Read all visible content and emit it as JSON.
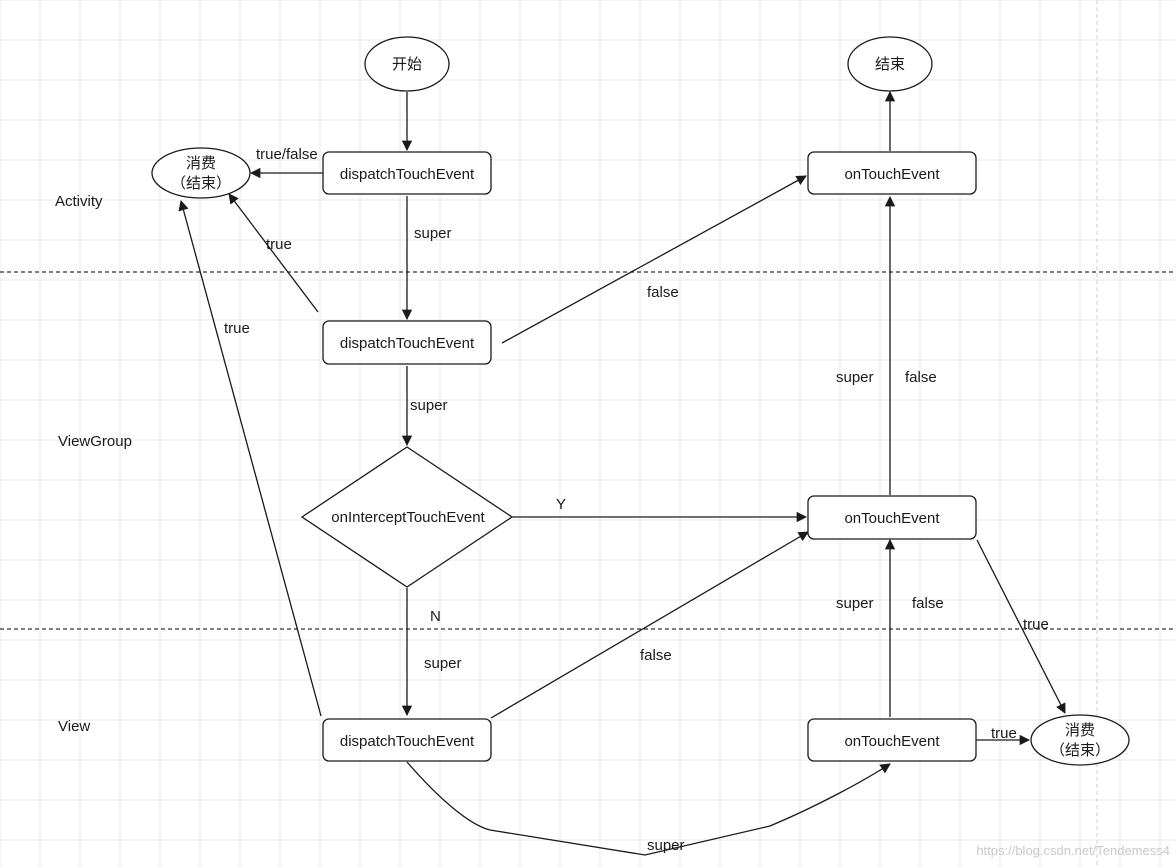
{
  "lanes": {
    "activity": "Activity",
    "viewgroup": "ViewGroup",
    "view": "View"
  },
  "nodes": {
    "start": "开始",
    "end": "结束",
    "consume_top_l1": "消费",
    "consume_top_l2": "（结束）",
    "consume_bottom_l1": "消费",
    "consume_bottom_l2": "（结束）",
    "activity_dispatch": "dispatchTouchEvent",
    "activity_ontouch": "onTouchEvent",
    "viewgroup_dispatch": "dispatchTouchEvent",
    "viewgroup_intercept": "onInterceptTouchEvent",
    "viewgroup_ontouch": "onTouchEvent",
    "view_dispatch": "dispatchTouchEvent",
    "view_ontouch": "onTouchEvent"
  },
  "edge_labels": {
    "activity_true_false": "true/false",
    "activity_super": "super",
    "viewgroup_dispatch_true": "true",
    "view_dispatch_true": "true",
    "viewgroup_dispatch_false": "false",
    "viewgroup_super": "super",
    "intercept_y": "Y",
    "intercept_n": "N",
    "view_super": "super",
    "view_dispatch_false": "false",
    "vg_ontouch_up_super": "super",
    "vg_ontouch_up_false": "false",
    "view_ontouch_up_super": "super",
    "view_ontouch_up_false": "false",
    "vg_ontouch_true": "true",
    "view_ontouch_true": "true",
    "bottom_super": "super"
  },
  "watermark": "https://blog.csdn.net/Tendemess4"
}
